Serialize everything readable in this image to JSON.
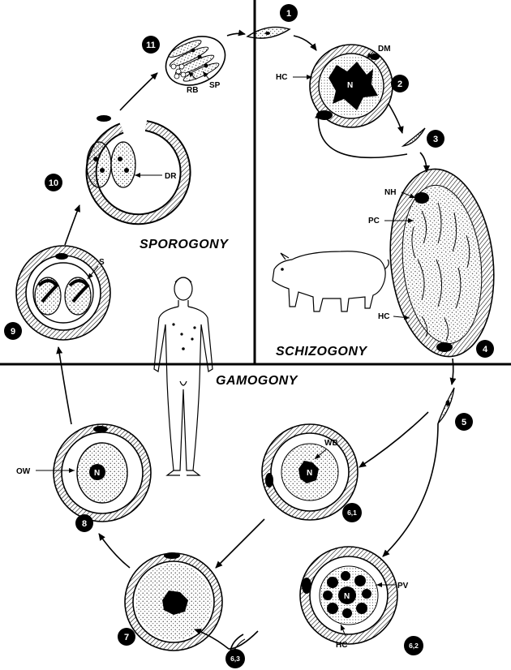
{
  "phases": {
    "sporogony": "SPOROGONY",
    "schizogony": "SCHIZOGONY",
    "gamogony": "GAMOGONY"
  },
  "stage_numbers": [
    "1",
    "2",
    "3",
    "4",
    "5",
    "6,1",
    "6,2",
    "6,3",
    "7",
    "8",
    "9",
    "10",
    "11"
  ],
  "labels": {
    "DM": "DM",
    "HC_top": "HC",
    "N_stage2": "N",
    "NH": "NH",
    "PC": "PC",
    "HC_schizont": "HC",
    "RB": "RB",
    "SP": "SP",
    "DR": "DR",
    "S": "S",
    "OW": "OW",
    "N_stage8": "N",
    "WB": "WB",
    "N_stage61": "N",
    "PV": "PV",
    "N_stage62": "N",
    "HC_stage62": "HC"
  },
  "colors": {
    "ink": "#000000",
    "paper": "#ffffff"
  }
}
